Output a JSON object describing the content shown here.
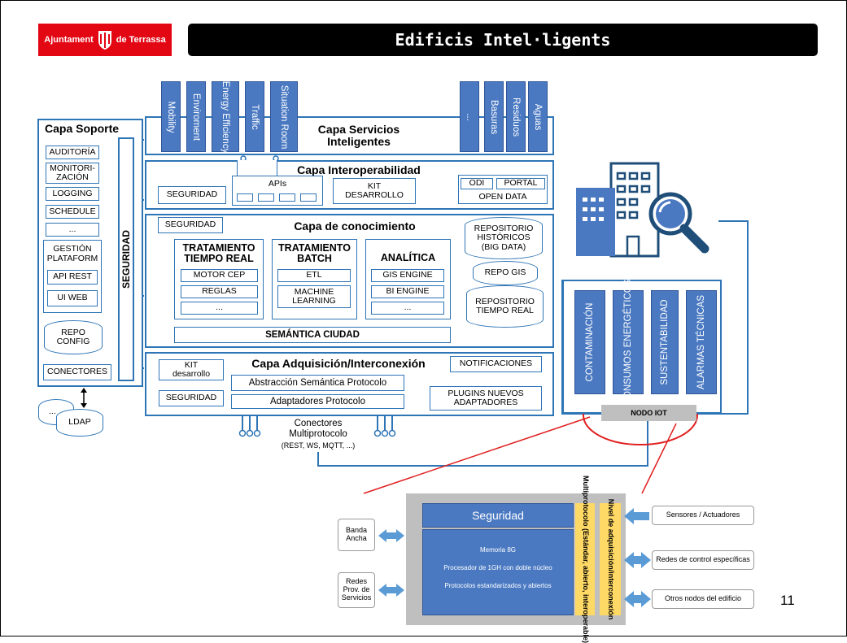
{
  "header": {
    "logo_left": "Ajuntament",
    "logo_right": "de Terrassa",
    "title": "Edificis Intel·ligents"
  },
  "colors": {
    "accent": "#2e75b6",
    "tab_blue": "#4a79c2",
    "logo_red": "#e30613",
    "title_bar": "#000000",
    "highlight": "#e02020"
  },
  "architecture": {
    "soporte": {
      "title": "Capa Soporte",
      "items": [
        "AUDITORÍA",
        "MONITORI-\nZACIÓN",
        "LOGGING",
        "SCHEDULE",
        "..."
      ],
      "gestion": {
        "title": "GESTIÓN\nPLATAFORM",
        "items": [
          "API REST",
          "UI WEB"
        ]
      },
      "repo": "REPO\nCONFIG",
      "conectores": "CONECTORES",
      "ldap": "LDAP",
      "ldap_small": "..."
    },
    "seguridad_vertical": "SEGURIDAD",
    "servicios": {
      "title": "Capa Servicios\nInteligentes",
      "tabs_left": [
        "Mobility",
        "Enviroment",
        "Energy\nEfficiency",
        "Traffic",
        "Situation\nRoom"
      ],
      "tabs_right": [
        "...",
        "Basuras",
        "Residuos",
        "Aguas"
      ]
    },
    "interoperabilidad": {
      "title": "Capa Interoperabilidad",
      "seguridad": "SEGURIDAD",
      "apis": "APIs",
      "kit": "KIT\nDESARROLLO",
      "odi": "ODI",
      "portal": "PORTAL",
      "open_data": "OPEN DATA"
    },
    "conocimiento": {
      "title": "Capa de conocimiento",
      "seguridad": "SEGURIDAD",
      "tiempo_real": {
        "title": "TRATAMIENTO\nTIEMPO REAL",
        "items": [
          "MOTOR CEP",
          "REGLAS",
          "..."
        ]
      },
      "batch": {
        "title": "TRATAMIENTO\nBATCH",
        "items": [
          "ETL",
          "MACHINE\nLEARNING"
        ]
      },
      "analitica": {
        "title": "ANALÍTICA",
        "items": [
          "GIS ENGINE",
          "BI ENGINE",
          "..."
        ]
      },
      "repositorios": [
        "REPOSITORIO\nHISTÓRICOS\n(BIG DATA)",
        "REPO GIS",
        "REPOSITORIO\nTIEMPO REAL"
      ],
      "semantica": "SEMÁNTICA CIUDAD"
    },
    "adquisicion": {
      "title": "Capa Adquisición/Interconexión",
      "kit": "KIT\ndesarrollo",
      "seguridad": "SEGURIDAD",
      "abstraccion": "Abstracción Semántica Protocolo",
      "adaptadores": "Adaptadores Protocolo",
      "notificaciones": "NOTIFICACIONES",
      "plugins": "PLUGINS NUEVOS\nADAPTADORES"
    },
    "conectores_multi": "Conectores\nMultiprotocolo",
    "conectores_multi_sub": "(REST, WS, MQTT, ...)"
  },
  "building": {
    "indicators": [
      "CONTAMINACIÓN",
      "CONSUMOS\nENERGÉTICOS",
      "SUSTENTABILIDAD",
      "ALARMAS\nTÉCNICAS"
    ],
    "nodo": "NODO IOT"
  },
  "node_detail": {
    "seguridad": "Seguridad",
    "specs": [
      "Memoria 8G",
      "Procesador de 1GH con doble núcleo",
      "Protocolos estandarizados y abiertos"
    ],
    "multiprotocolo": "Multiprotocolo\n(Estándar, abierto, interoperable)",
    "nivel": "Nivel de\nadquisición/interconexión",
    "left": [
      "Banda\nAncha",
      "Redes\nProv. de\nServicios"
    ],
    "right": [
      "Sensores / Actuadores",
      "Redes de control específicas",
      "Otros nodos del edificio"
    ]
  },
  "page_number": "11"
}
